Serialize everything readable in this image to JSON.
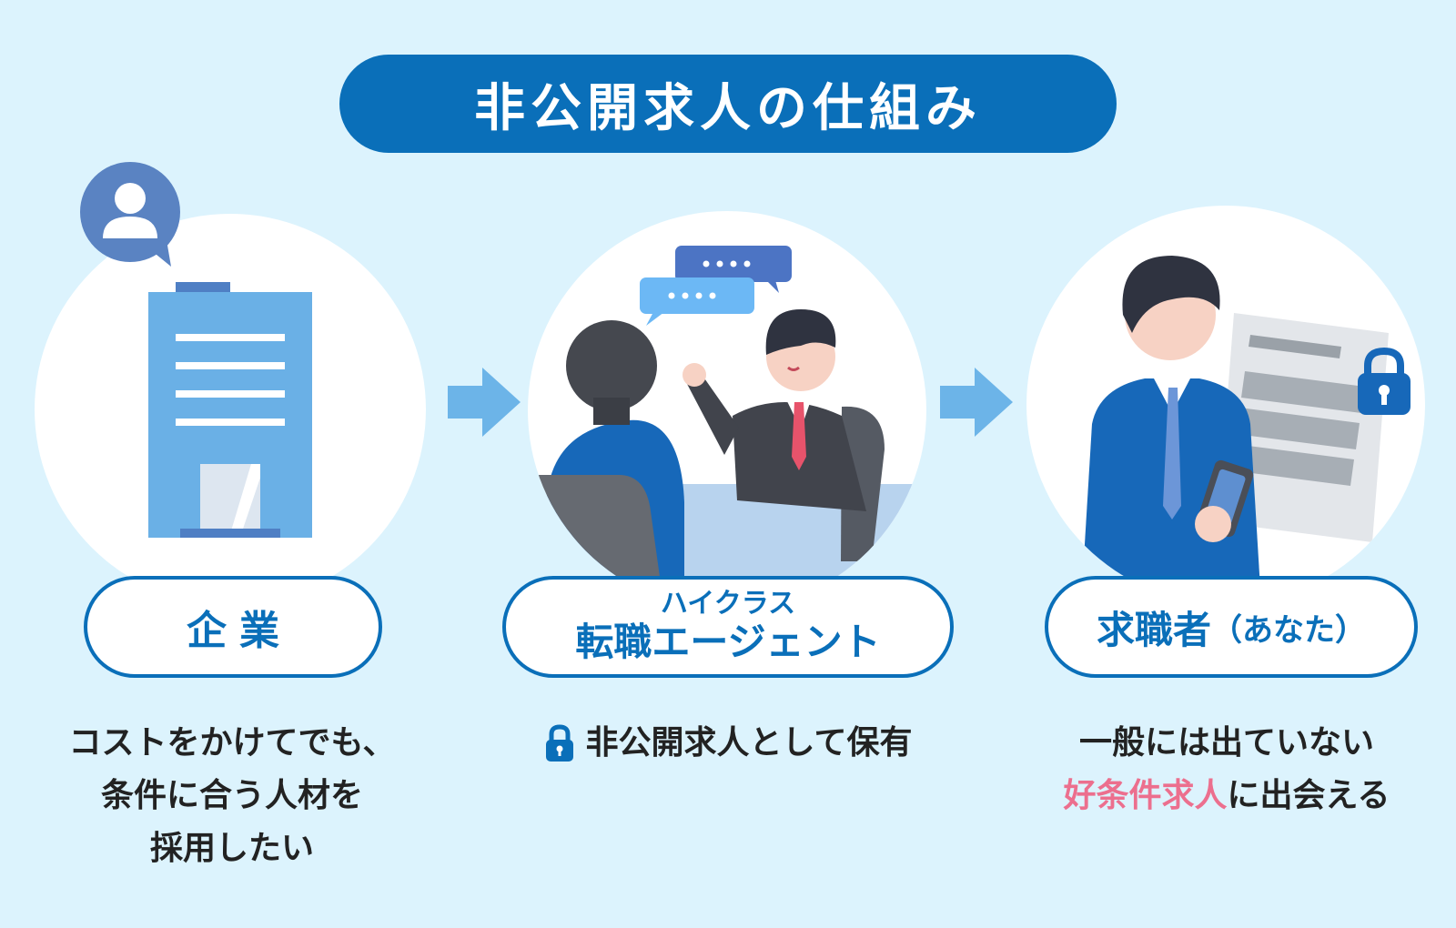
{
  "title": "非公開求人の仕組み",
  "colors": {
    "background": "#dcf3fd",
    "primary": "#0a6fb9",
    "accent_pink": "#ec6f8e",
    "arrow": "#6cb4e8"
  },
  "steps": [
    {
      "label": "企業",
      "desc_lines": [
        "コストをかけてでも、",
        "条件に合う人材を",
        "採用したい"
      ],
      "icon": "office-building-icon"
    },
    {
      "label_sub": "ハイクラス",
      "label": "転職エージェント",
      "desc": "非公開求人として保有",
      "desc_icon": "lock-icon",
      "icon": "consultation-icon"
    },
    {
      "label": "求職者",
      "label_paren": "（あなた）",
      "desc_line1": "一般には出ていない",
      "desc_highlight": "好条件求人",
      "desc_rest": "に出会える",
      "icon": "job-seeker-icon"
    }
  ]
}
